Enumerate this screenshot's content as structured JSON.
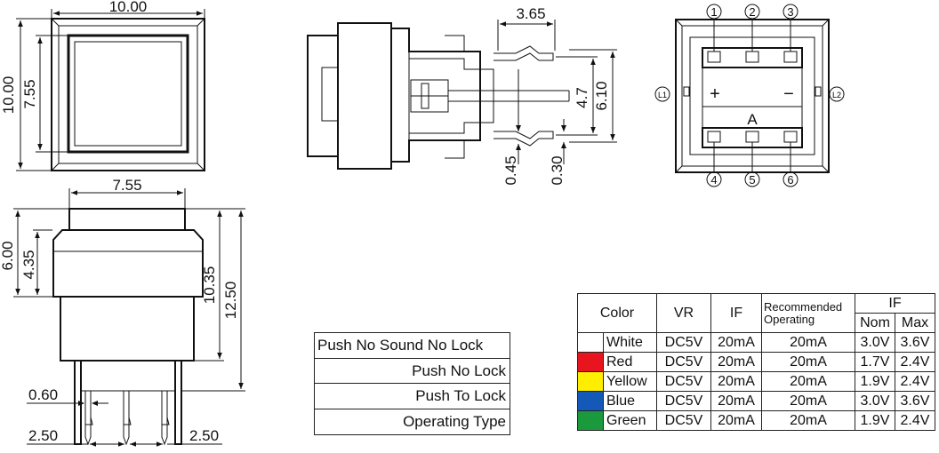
{
  "dimensions": {
    "top_width": "10.00",
    "top_height": "10.00",
    "top_inner": "7.55",
    "side_top_width": "3.65",
    "side_small": "4.7",
    "side_large": "6.10",
    "side_045": "0.45",
    "side_030": "0.30",
    "front_width": "7.55",
    "front_600": "6.00",
    "front_435": "4.35",
    "front_1035": "10.35",
    "front_1250": "12.50",
    "front_060": "0.60",
    "front_pitch_left": "2.50",
    "front_pitch_right": "2.50"
  },
  "pin_view": {
    "pins_top": [
      "1",
      "2",
      "3"
    ],
    "pins_bottom": [
      "4",
      "5",
      "6"
    ],
    "led_left": "L1",
    "led_right": "L2",
    "plus": "+",
    "minus": "−",
    "anode": "A"
  },
  "operating_type": {
    "rows": [
      "Push No Sound No Lock",
      "Push No Lock",
      "Push To Lock",
      "Operating Type"
    ]
  },
  "spec_table": {
    "headers": {
      "color": "Color",
      "vr": "VR",
      "if": "IF",
      "recommended": "Recommended",
      "operating": "Operating",
      "if_group": "IF",
      "nom": "Nom",
      "max": "Max"
    },
    "rows": [
      {
        "swatch": "#ffffff",
        "color": "White",
        "vr": "DC5V",
        "if": "20mA",
        "rec": "20mA",
        "nom": "3.0V",
        "max": "3.6V"
      },
      {
        "swatch": "#e8141e",
        "color": "Red",
        "vr": "DC5V",
        "if": "20mA",
        "rec": "20mA",
        "nom": "1.7V",
        "max": "2.4V"
      },
      {
        "swatch": "#ffee00",
        "color": "Yellow",
        "vr": "DC5V",
        "if": "20mA",
        "rec": "20mA",
        "nom": "1.9V",
        "max": "2.4V"
      },
      {
        "swatch": "#1458b8",
        "color": "Blue",
        "vr": "DC5V",
        "if": "20mA",
        "rec": "20mA",
        "nom": "3.0V",
        "max": "3.6V"
      },
      {
        "swatch": "#1a9a3c",
        "color": "Green",
        "vr": "DC5V",
        "if": "20mA",
        "rec": "20mA",
        "nom": "1.9V",
        "max": "2.4V"
      }
    ]
  }
}
